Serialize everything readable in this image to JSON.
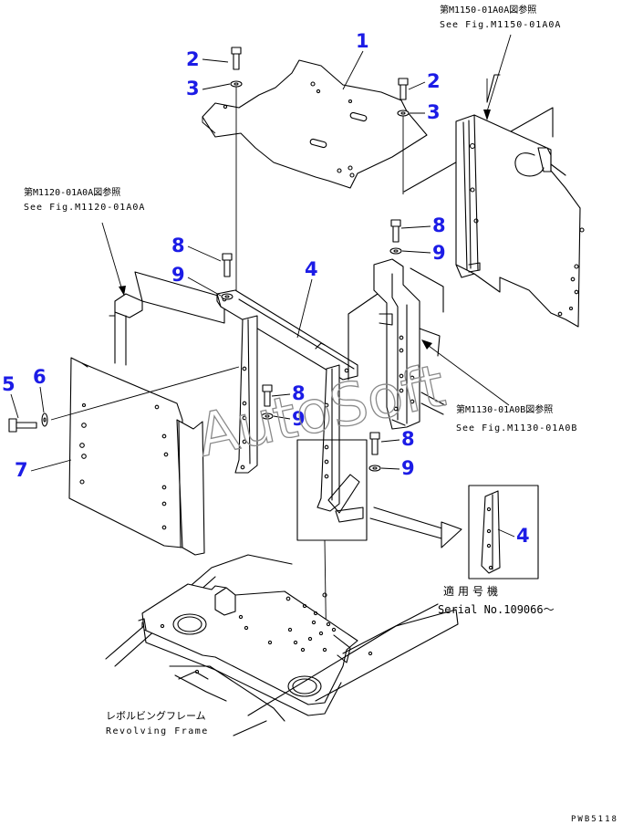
{
  "callouts": {
    "c1": "1",
    "c2a": "2",
    "c3a": "3",
    "c2b": "2",
    "c3b": "3",
    "c4": "4",
    "c4b": "4",
    "c5": "5",
    "c6": "6",
    "c7": "7",
    "c8a": "8",
    "c9a": "9",
    "c8b": "8",
    "c9b": "9",
    "c8c": "8",
    "c9c": "9",
    "c8d": "8",
    "c9d": "9"
  },
  "references": {
    "m1150_jp": "第M1150-01A0A図参照",
    "m1150_en": "See Fig.M1150-01A0A",
    "m1120_jp": "第M1120-01A0A図参照",
    "m1120_en": "See Fig.M1120-01A0A",
    "m1130_jp": "第M1130-01A0B図参照",
    "m1130_en": "See Fig.M1130-01A0B"
  },
  "serial": {
    "label_jp": "適用号機",
    "label_en": "Serial No.109066～"
  },
  "frame": {
    "label_jp": "レボルビングフレーム",
    "label_en": "Revolving Frame"
  },
  "watermark": "AutoSoft",
  "drawing_code": "PWB5118"
}
